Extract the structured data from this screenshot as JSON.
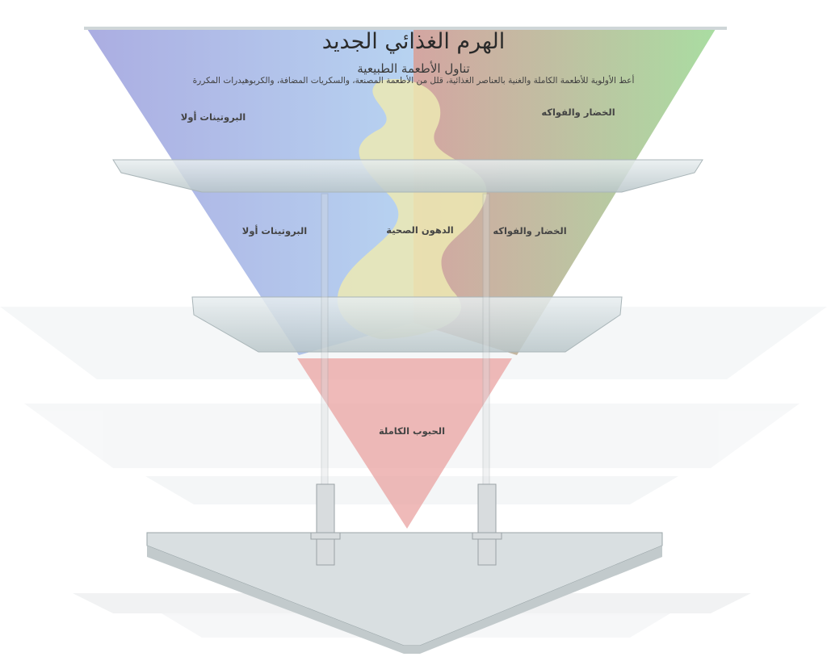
{
  "header": {
    "title": "الهرم الغذائي الجديد",
    "subtitle": "تناول الأطعمة الطبيعية",
    "description": "أعط الأولوية للأطعمة الكاملة والغنية بالعناصر الغذائية، قلل من الأطعمة المصنعة، والسكريات المضافة، والكربوهيدرات المكررة"
  },
  "tiers": {
    "top": {
      "left_label": "البروتينات أولا",
      "right_label": "الخضار والفواكه"
    },
    "middle": {
      "left_label": "البروتينات أولا",
      "center_label": "الدهون الصحية",
      "right_label": "الخضار والفواكه"
    },
    "bottom": {
      "label": "الحبوب الكاملة"
    }
  },
  "colors": {
    "protein": "#8f92d8",
    "vegetables": "#8fcf8a",
    "fats": "#e6e3a8",
    "fruits": "#c9868a",
    "grains": "#e59a98",
    "glass": "#dfe8ea"
  }
}
